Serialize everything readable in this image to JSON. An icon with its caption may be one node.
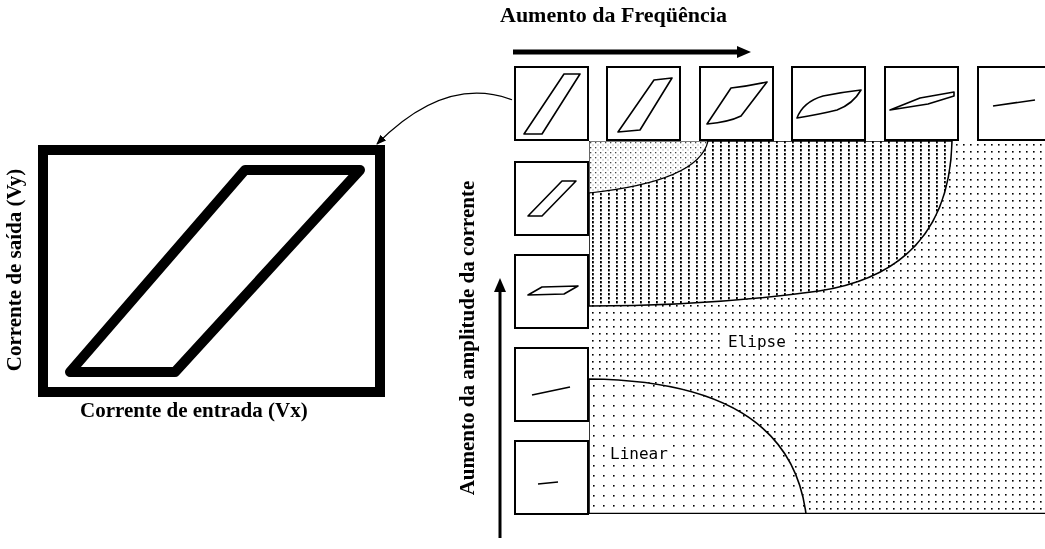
{
  "diagram": {
    "nodes": [
      {
        "text": [],
        "shape": "picture",
        "beside": [
          "Corrente de saída (Vy)",
          "Corrente de entrada (Vx)"
        ]
      },
      {
        "text": [],
        "shape": "picture"
      },
      {
        "text": [],
        "shape": "picture"
      },
      {
        "text": [],
        "shape": "picture"
      },
      {
        "text": [],
        "shape": "picture"
      },
      {
        "text": [],
        "shape": "picture"
      },
      {
        "text": [],
        "shape": "picture"
      },
      {
        "text": [],
        "shape": "picture"
      },
      {
        "text": [],
        "shape": "picture"
      },
      {
        "text": [],
        "shape": "picture"
      },
      {
        "text": [],
        "shape": "picture"
      }
    ],
    "edges": [
      {
        "from": 1,
        "to": 0,
        "arrow": "to"
      }
    ],
    "labels": [
      "Aumento da Freqüência",
      "Aumento da amplitude da corrente",
      "Elipse",
      "Linear"
    ]
  }
}
